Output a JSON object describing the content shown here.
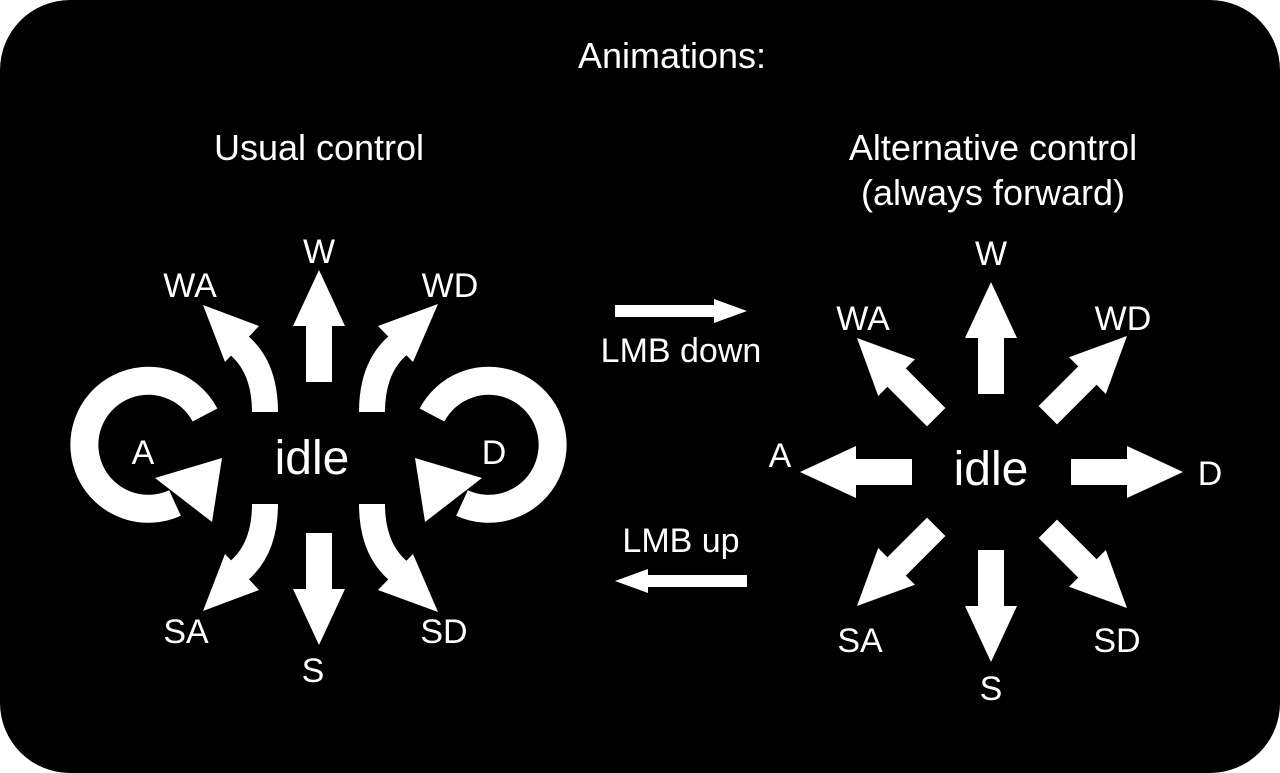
{
  "title": "Animations:",
  "left": {
    "heading": "Usual control",
    "center": "idle",
    "labels": {
      "W": "W",
      "WA": "WA",
      "WD": "WD",
      "A": "A",
      "D": "D",
      "SA": "SA",
      "S": "S",
      "SD": "SD"
    }
  },
  "right": {
    "heading_line1": "Alternative control",
    "heading_line2": "(always forward)",
    "center": "idle",
    "labels": {
      "W": "W",
      "WA": "WA",
      "WD": "WD",
      "A": "A",
      "D": "D",
      "SA": "SA",
      "S": "S",
      "SD": "SD"
    }
  },
  "transitions": {
    "to_alternative": "LMB down",
    "to_usual": "LMB up"
  },
  "colors": {
    "background": "#000000",
    "foreground": "#ffffff"
  }
}
